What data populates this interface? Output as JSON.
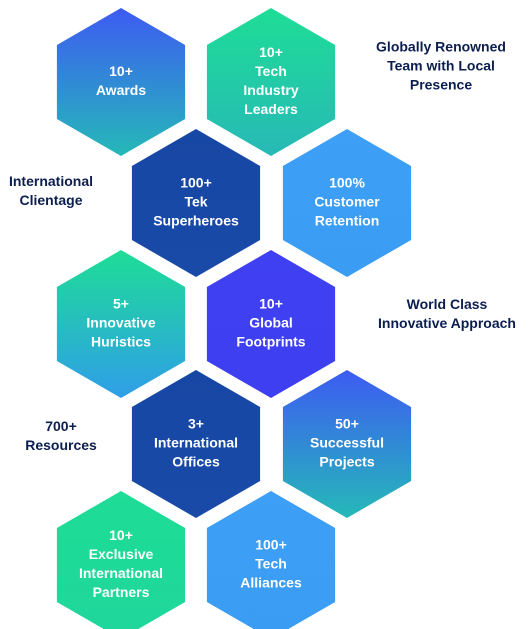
{
  "colors": {
    "blue": "#3d5bf2",
    "green": "#1ed99a",
    "navy": "#1747a4",
    "sky": "#3c9ff5",
    "teal": "#25b9b8",
    "violet": "#3f3ef2",
    "text": "#0b1e4f"
  },
  "hexagons": [
    {
      "lines": [
        "10+",
        "Awards"
      ],
      "fill": "blue-teal"
    },
    {
      "lines": [
        "10+",
        "Tech",
        "Industry",
        "Leaders"
      ],
      "fill": "green-teal"
    },
    {
      "lines": [
        "100+",
        "Tek",
        "Superheroes"
      ],
      "fill": "navy"
    },
    {
      "lines": [
        "100%",
        "Customer",
        "Retention"
      ],
      "fill": "sky"
    },
    {
      "lines": [
        "5+",
        "Innovative",
        "Huristics"
      ],
      "fill": "green-sky"
    },
    {
      "lines": [
        "10+",
        "Global",
        "Footprints"
      ],
      "fill": "violet"
    },
    {
      "lines": [
        "3+",
        "International",
        "Offices"
      ],
      "fill": "navy"
    },
    {
      "lines": [
        "50+",
        "Successful",
        "Projects"
      ],
      "fill": "blue-teal"
    },
    {
      "lines": [
        "10+",
        "Exclusive",
        "International",
        "Partners"
      ],
      "fill": "green"
    },
    {
      "lines": [
        "100+",
        "Tech",
        "Alliances"
      ],
      "fill": "sky"
    }
  ],
  "side_labels": [
    {
      "lines": [
        "Globally Renowned",
        "Team with Local",
        "Presence"
      ]
    },
    {
      "lines": [
        "International",
        "Clientage"
      ]
    },
    {
      "lines": [
        "World Class",
        "Innovative Approach"
      ]
    },
    {
      "lines": [
        "700+",
        "Resources"
      ]
    }
  ]
}
